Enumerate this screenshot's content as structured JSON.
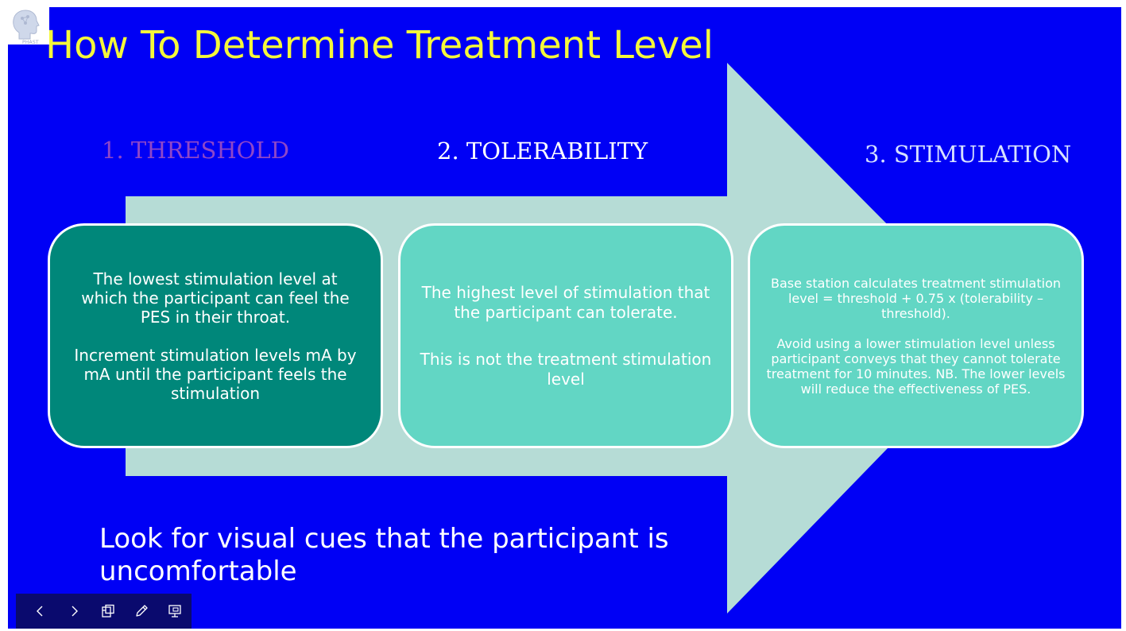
{
  "slide": {
    "title": "How To Determine Treatment Level",
    "logo_text": "PHAST",
    "steps": [
      {
        "label": "1. THRESHOLD"
      },
      {
        "label": "2. TOLERABILITY"
      },
      {
        "label": "3. STIMULATION"
      }
    ],
    "cards": [
      {
        "paragraphs": [
          "The lowest stimulation level at which the participant can feel the PES in their throat.",
          "Increment stimulation levels mA by mA until the participant feels the stimulation"
        ]
      },
      {
        "paragraphs": [
          "The highest level of stimulation that the participant can tolerate.",
          "This is not the treatment stimulation level"
        ]
      },
      {
        "paragraphs": [
          "Base station calculates treatment stimulation level = threshold + 0.75 x (tolerability – threshold).",
          "Avoid using a lower stimulation level unless participant conveys that they cannot tolerate treatment for 10 minutes. NB. The lower levels will reduce the effectiveness of PES."
        ]
      }
    ],
    "note": "Look for visual cues that the participant is uncomfortable"
  },
  "toolbar": {
    "buttons": [
      {
        "icon": "chevron-left-icon"
      },
      {
        "icon": "chevron-right-icon"
      },
      {
        "icon": "slides-overview-icon"
      },
      {
        "icon": "pen-icon"
      },
      {
        "icon": "presenter-view-icon"
      }
    ]
  },
  "colors": {
    "background": "#0000f5",
    "title": "#f5f83a",
    "arrow": "#b6dcd6",
    "card_dark": "#00877a",
    "card_light": "#62d6c4",
    "step_1": "#8e47c8",
    "toolbar": "#0a0a6e"
  }
}
